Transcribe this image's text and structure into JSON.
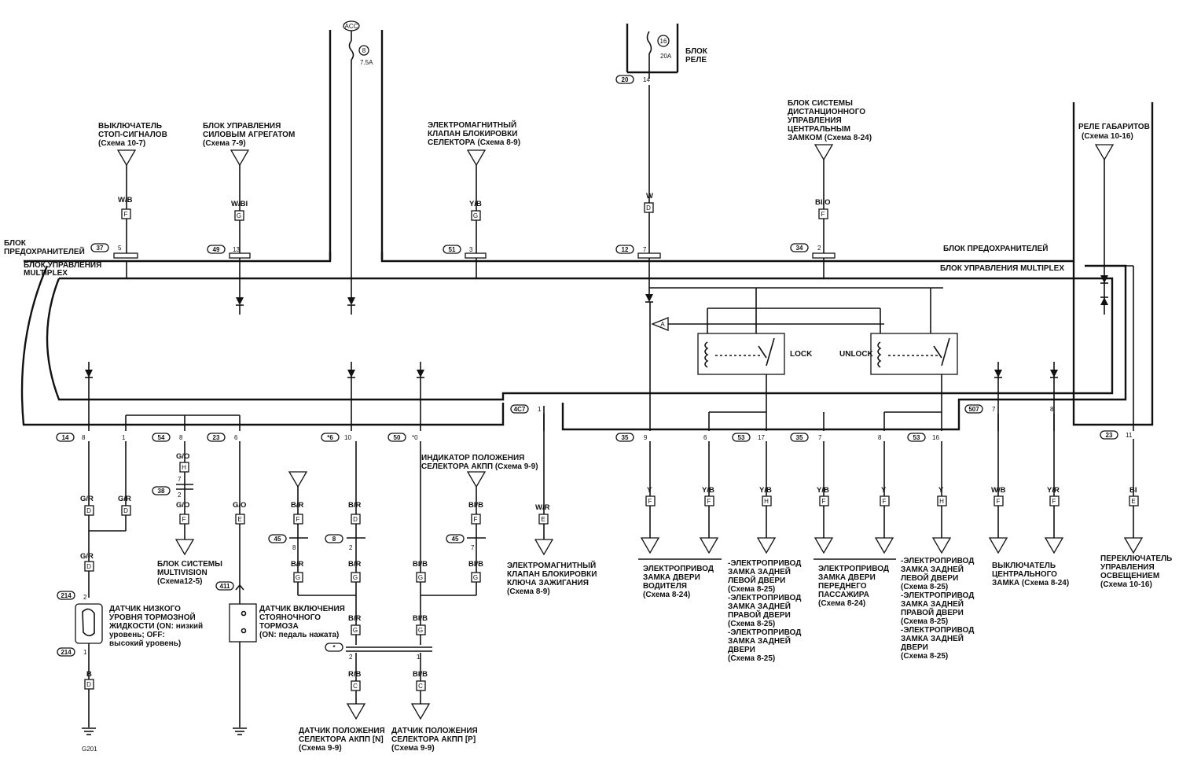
{
  "fuse_block_label": "БЛОК ПРЕДОХРАНИТЕЛЕЙ",
  "fuse_block_label_left": [
    "БЛОК",
    "ПРЕДОХРАНИТЕЛЕЙ"
  ],
  "multiplex_label": "БЛОК УПРАВЛЕНИЯ MULTIPLEX",
  "multiplex_label_left": [
    "БЛОК УПРАВЛЕНИЯ",
    "MULTIPLEX"
  ],
  "relay_block": {
    "lines": [
      "БЛОК",
      "РЕЛЕ"
    ],
    "fuse_no": "16",
    "rating": "20A"
  },
  "acc": {
    "label": "ACC",
    "fuse_no": "8",
    "rating": "7.5A"
  },
  "lock_label": "LOCK",
  "unlock_label": "UNLOCK",
  "ref_a": "A",
  "top_inputs": [
    {
      "id": "stop",
      "lines": [
        "ВЫКЛЮЧАТЕЛЬ",
        "СТОП-СИГНАЛОВ",
        "(Схема 10-7)"
      ],
      "wire": "W/B",
      "conn": "F",
      "cid": "37",
      "pin": "5"
    },
    {
      "id": "ecm",
      "lines": [
        "БЛОК УПРАВЛЕНИЯ",
        "СИЛОВЫМ АГРЕГАТОМ",
        "(Схема 7-9)"
      ],
      "wire": "W/BI",
      "conn": "G",
      "cid": "49",
      "pin": "13"
    },
    {
      "id": "shiftlock",
      "lines": [
        "ЭЛЕКТРОМАГНИТНЫЙ",
        "КЛАПАН БЛОКИРОВКИ",
        "СЕЛЕКТОРА (Схема 8-9)"
      ],
      "wire": "Y/B",
      "conn": "G",
      "cid": "51",
      "pin": "3"
    },
    {
      "id": "relay",
      "wire": "W",
      "conn": "D",
      "cid": "12",
      "pin": "7",
      "top_cid": "20",
      "top_pin": "14"
    },
    {
      "id": "keyless",
      "lines": [
        "БЛОК СИСТЕМЫ",
        "ДИСТАНЦИОННОГО",
        "УПРАВЛЕНИЯ",
        "ЦЕНТРАЛЬНЫМ",
        "ЗАМКОМ (Схема 8-24)"
      ],
      "wire": "BI/O",
      "conn": "F",
      "cid": "34",
      "pin": "2"
    },
    {
      "id": "marker",
      "lines": [
        "РЕЛЕ ГАБАРИТОВ",
        "(Схема 10-16)"
      ]
    }
  ],
  "bottom_connectors": [
    {
      "cid": "14",
      "pins": [
        "8",
        "1"
      ]
    },
    {
      "cid": "54",
      "pins": [
        "8"
      ]
    },
    {
      "cid": "23",
      "pins": [
        "6"
      ]
    },
    {
      "cid": "*6",
      "pins": [
        "10"
      ]
    },
    {
      "cid": "50",
      "pins": [
        "*0"
      ]
    },
    {
      "cid": "4C7",
      "pins": [
        "1"
      ]
    },
    {
      "cid": "35",
      "pins": [
        "9",
        "6"
      ]
    },
    {
      "cid": "53",
      "pins": [
        "17"
      ]
    },
    {
      "cid": "35",
      "pins": [
        "7",
        "8"
      ]
    },
    {
      "cid": "53",
      "pins": [
        "16"
      ]
    },
    {
      "cid": "507",
      "pins": [
        "7",
        "8"
      ]
    },
    {
      "cid": "23",
      "pins": [
        "11"
      ]
    }
  ],
  "wires_left": {
    "gr1": "G/R",
    "gr2": "G/R",
    "gr3": "G/R",
    "go1": "G/O",
    "go2": "G/O",
    "go3": "G/O",
    "b": "B",
    "br1": "B/R",
    "br2": "B/R",
    "br3": "B/R",
    "br4": "B/R",
    "br5": "B/R",
    "rb": "R/B",
    "bib1": "BI/B",
    "bib2": "BI/B",
    "bib3": "BI/B",
    "bib4": "BI/B",
    "bib5": "BI/B",
    "wr": "W/R"
  },
  "conn_letters": {
    "d": "D",
    "e": "E",
    "f": "F",
    "g": "G",
    "h": "H",
    "c": "C"
  },
  "conn_ids": {
    "c38": "38",
    "c214a": "214",
    "c214b": "214",
    "c411": "411",
    "c45a": "45",
    "c8": "8",
    "c45b": "45",
    "cstar": "*"
  },
  "pin_nums": {
    "p7": "7",
    "p2": "2",
    "p1": "1",
    "p8": "8",
    "p2b": "2",
    "p7b": "7",
    "p2c": "2",
    "p1c": "1",
    "p1d": "1"
  },
  "bottom_labels": {
    "multivision": [
      "БЛОК СИСТЕМЫ",
      "MULTIVISION",
      "(Схема12-5)"
    ],
    "fluid": [
      "ДАТЧИК НИЗКОГО",
      "УРОВНЯ ТОРМОЗНОЙ",
      "ЖИДКОСТИ (ON: низкий",
      "уровень; OFF:",
      "высокий уровень)"
    ],
    "ground": "G201",
    "parking": [
      "ДАТЧИК ВКЛЮЧЕНИЯ",
      "СТОЯНОЧНОГО",
      "ТОРМОЗА",
      "(ON: педаль нажата)"
    ],
    "indicator": [
      "ИНДИКАТОР ПОЛОЖЕНИЯ",
      "СЕЛЕКТОРА АКПП (Схема 9-9)"
    ],
    "keylock": [
      "ЭЛЕКТРОМАГНИТНЫЙ",
      "КЛАПАН БЛОКИРОВКИ",
      "КЛЮЧА ЗАЖИГАНИЯ",
      "(Схема 8-9)"
    ],
    "posN": [
      "ДАТЧИК ПОЛОЖЕНИЯ",
      "СЕЛЕКТОРА АКПП [N]",
      "(Схема 9-9)"
    ],
    "posP": [
      "ДАТЧИК ПОЛОЖЕНИЯ",
      "СЕЛЕКТОРА АКПП [P]",
      "(Схема 9-9)"
    ],
    "driver": [
      "ЭЛЕКТРОПРИВОД",
      "ЗАМКА ДВЕРИ",
      "ВОДИТЕЛЯ",
      "(Схема 8-24)"
    ],
    "rear1": [
      "-ЭЛЕКТРОПРИВОД",
      "ЗАМКА ЗАДНЕЙ",
      "ЛЕВОЙ ДВЕРИ",
      "(Схема 8-25)",
      "-ЭЛЕКТРОПРИВОД",
      "ЗАМКА ЗАДНЕЙ",
      "ПРАВОЙ ДВЕРИ",
      "(Схема 8-25)",
      "-ЭЛЕКТРОПРИВОД",
      "ЗАМКА ЗАДНЕЙ",
      "ДВЕРИ",
      "(Схема 8-25)"
    ],
    "passenger": [
      "ЭЛЕКТРОПРИВОД",
      "ЗАМКА ДВЕРИ",
      "ПЕРЕДНЕГО",
      "ПАССАЖИРА",
      "(Схема 8-24)"
    ],
    "rear2": [
      "-ЭЛЕКТРОПРИВОД",
      "ЗАМКА ЗАДНЕЙ",
      "ЛЕВОЙ ДВЕРИ",
      "(Схема 8-25)",
      "-ЭЛЕКТРОПРИВОД",
      "ЗАМКА ЗАДНЕЙ",
      "ПРАВОЙ ДВЕРИ",
      "(Схема 8-25)",
      "-ЭЛЕКТРОПРИВОД",
      "ЗАМКА ЗАДНЕЙ",
      "ДВЕРИ",
      "(Схема 8-25)"
    ],
    "central": [
      "ВЫКЛЮЧАТЕЛЬ",
      "ЦЕНТРАЛЬНОГО",
      "ЗАМКА (Схема 8-24)"
    ],
    "lighting": [
      "ПЕРЕКЛЮЧАТЕЛЬ",
      "УПРАВЛЕНИЯ",
      "ОСВЕЩЕНИЕМ",
      "(Схема 10-16)"
    ]
  },
  "right_wires": {
    "y1": "Y",
    "yb1": "Y/B",
    "yb2": "Y/B",
    "yb3": "Y/B",
    "y2": "Y",
    "y3": "Y",
    "wb": "W/B",
    "yr": "Y/R",
    "bi": "BI"
  }
}
